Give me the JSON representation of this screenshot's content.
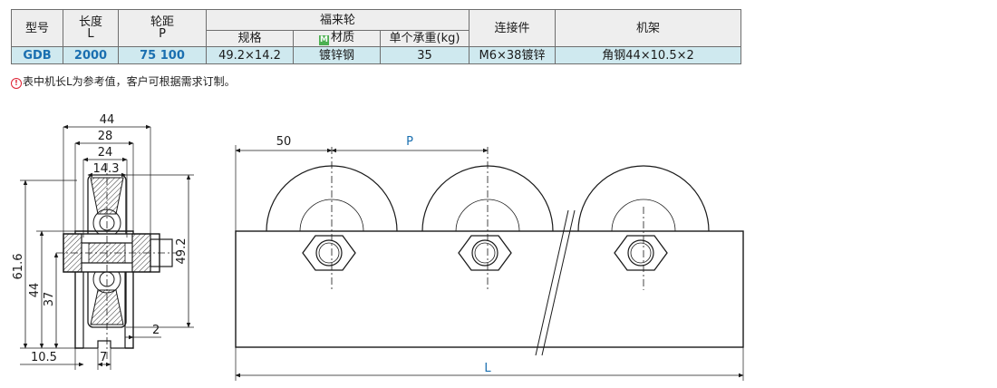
{
  "table": {
    "h_model": "型号",
    "h_length": "长度",
    "h_length_sym": "L",
    "h_pitch": "轮距",
    "h_pitch_sym": "P",
    "h_wheel": "福来轮",
    "h_spec": "规格",
    "h_material_badge": "M",
    "h_material": "材质",
    "h_load": "单个承重(kg)",
    "h_connector": "连接件",
    "h_frame": "机架",
    "row": {
      "model": "GDB",
      "length": "2000",
      "pitch": "75  100",
      "spec": "49.2×14.2",
      "material": "镀锌钢",
      "load": "35",
      "connector": "M6×38镀锌",
      "frame": "角钢44×10.5×2"
    }
  },
  "note": {
    "icon": "warning-circle-icon",
    "text": "表中机长L为参考值，客户可根据需求订制。"
  },
  "drawing_side": {
    "dim_44": "44",
    "dim_28": "28",
    "dim_24": "24",
    "dim_14_3": "14.3",
    "dim_61_6": "61.6",
    "dim_44_v": "44",
    "dim_37": "37",
    "dim_49_2": "49.2",
    "dim_2": "2",
    "dim_10_5": "10.5",
    "dim_7": "7"
  },
  "drawing_front": {
    "dim_50": "50",
    "dim_p": "P",
    "dim_l": "L"
  }
}
